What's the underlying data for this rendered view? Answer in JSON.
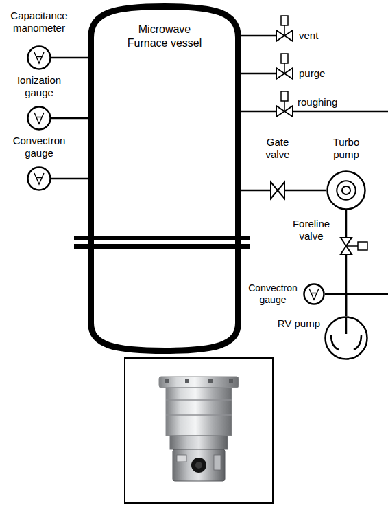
{
  "diagram": {
    "nodes": [
      {
        "text": [
          "Capacitance manometer"
        ]
      },
      {
        "text": [
          "Microwave Furnace vessel"
        ]
      },
      {
        "text": [
          "vent"
        ]
      },
      {
        "text": [
          "Ionization gauge"
        ]
      },
      {
        "text": [
          "purge"
        ]
      },
      {
        "text": [
          "roughing"
        ]
      },
      {
        "text": [
          "Convectron gauge"
        ]
      },
      {
        "text": [
          "Gate valve"
        ]
      },
      {
        "text": [
          "Turbo pump"
        ]
      },
      {
        "text": [
          "Foreline valve"
        ]
      },
      {
        "text": [
          "Convectron gauge"
        ]
      },
      {
        "text": [
          "RV pump"
        ]
      }
    ],
    "edges": [
      {
        "from": 0,
        "to": 1,
        "arrow": "none"
      },
      {
        "from": 3,
        "to": 1,
        "arrow": "none"
      },
      {
        "from": 6,
        "to": 1,
        "arrow": "none"
      },
      {
        "from": 1,
        "to": 2,
        "arrow": "none"
      },
      {
        "from": 1,
        "to": 4,
        "arrow": "none"
      },
      {
        "from": 1,
        "to": 5,
        "arrow": "none"
      },
      {
        "from": 1,
        "to": 7,
        "arrow": "none"
      },
      {
        "from": 7,
        "to": 8,
        "arrow": "none"
      },
      {
        "from": 8,
        "to": 9,
        "arrow": "none"
      },
      {
        "from": 9,
        "to": 11,
        "arrow": "none"
      },
      {
        "from": 10,
        "to": 11,
        "arrow": "none"
      }
    ]
  }
}
